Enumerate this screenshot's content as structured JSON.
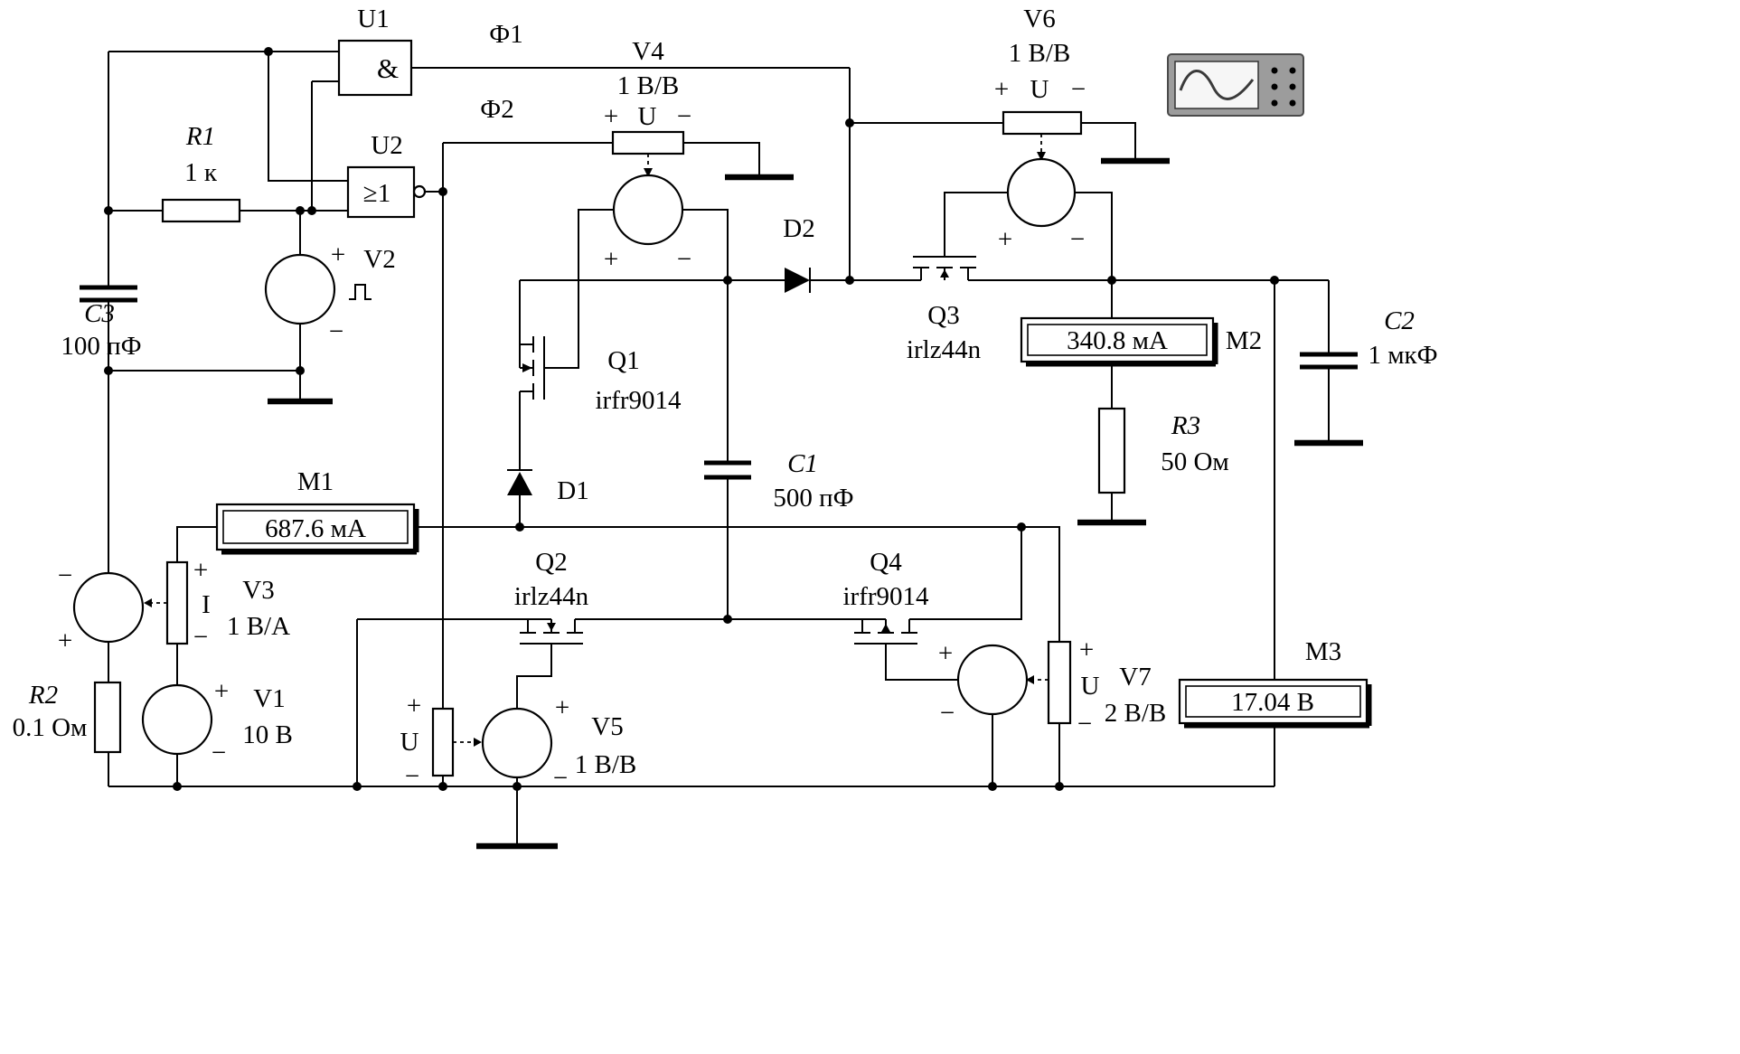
{
  "background": "#ffffff",
  "ink": "#000000",
  "gates": {
    "u1": {
      "ref": "U1",
      "symbol": "&"
    },
    "u2": {
      "ref": "U2",
      "symbol": "≥1"
    }
  },
  "nets": {
    "phi1": "Ф1",
    "phi2": "Ф2"
  },
  "signs": {
    "plus": "+",
    "minus": "−",
    "u": "U",
    "i": "I"
  },
  "parts": {
    "r1": {
      "ref": "R1",
      "value": "1 к"
    },
    "r2": {
      "ref": "R2",
      "value": "0.1 Ом"
    },
    "r3": {
      "ref": "R3",
      "value": "50 Ом"
    },
    "c1": {
      "ref": "C1",
      "value": "500 пФ"
    },
    "c2": {
      "ref": "C2",
      "value": "1 мкФ"
    },
    "c3": {
      "ref": "C3",
      "value": "100 пФ"
    },
    "d1": {
      "ref": "D1"
    },
    "d2": {
      "ref": "D2"
    },
    "q1": {
      "ref": "Q1",
      "value": "irfr9014"
    },
    "q2": {
      "ref": "Q2",
      "value": "irlz44n"
    },
    "q3": {
      "ref": "Q3",
      "value": "irlz44n"
    },
    "q4": {
      "ref": "Q4",
      "value": "irfr9014"
    },
    "v1": {
      "ref": "V1",
      "value": "10 В"
    },
    "v2": {
      "ref": "V2"
    },
    "v3": {
      "ref": "V3",
      "value": "1 В/А"
    },
    "v4": {
      "ref": "V4",
      "value": "1 В/В"
    },
    "v5": {
      "ref": "V5",
      "value": "1 В/В"
    },
    "v6": {
      "ref": "V6",
      "value": "1 В/В"
    },
    "v7": {
      "ref": "V7",
      "value": "2 В/В"
    }
  },
  "meters": {
    "m1": {
      "ref": "M1",
      "value": "687.6 мА"
    },
    "m2": {
      "ref": "M2",
      "value": "340.8 мА"
    },
    "m3": {
      "ref": "M3",
      "value": "17.04 В"
    }
  }
}
